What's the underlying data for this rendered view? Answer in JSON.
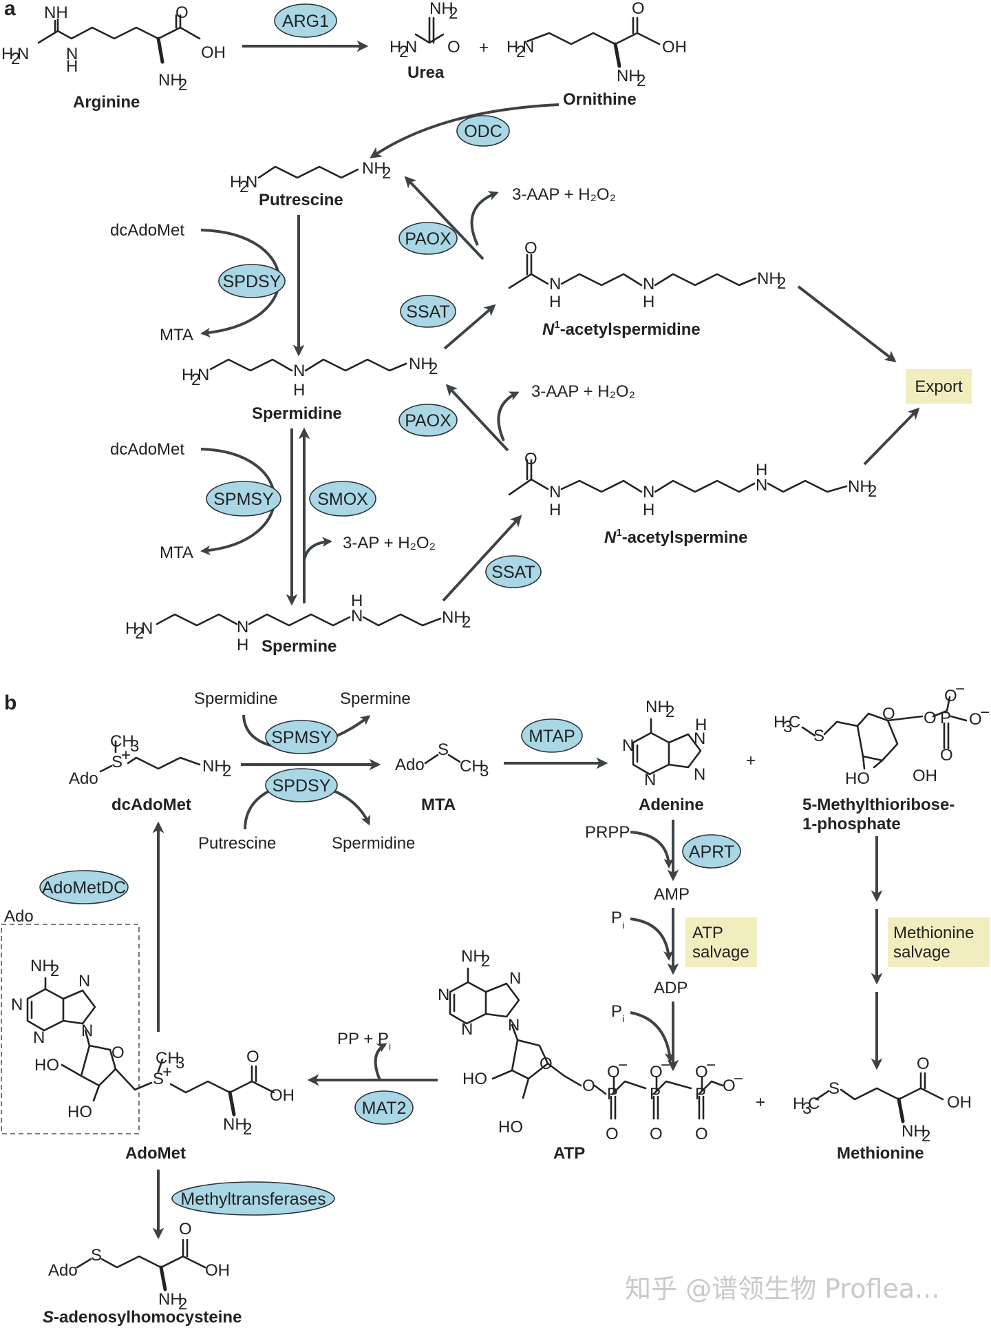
{
  "panels": {
    "a": "a",
    "b": "b"
  },
  "enzymes": {
    "arg1": "ARG1",
    "odc": "ODC",
    "paox": "PAOX",
    "ssat": "SSAT",
    "spdsy": "SPDSY",
    "spmsy": "SPMSY",
    "smox": "SMOX",
    "mtap": "MTAP",
    "aprt": "APRT",
    "adometdc": "AdoMetDC",
    "mat2": "MAT2",
    "methyltransferases": "Methyltransferases"
  },
  "compounds": {
    "arginine": "Arginine",
    "urea": "Urea",
    "ornithine": "Ornithine",
    "putrescine": "Putrescine",
    "spermidine": "Spermidine",
    "spermine": "Spermine",
    "acetylspermidine": "-acetylspermidine",
    "acetylspermine": "-acetylspermine",
    "n1_prefix": "N",
    "n1_sup": "1",
    "dcadomet": "dcAdoMet",
    "mta": "MTA",
    "adenine": "Adenine",
    "mtr1p_line1": "5-Methylthioribose-",
    "mtr1p_line2": "1-phosphate",
    "adomet": "AdoMet",
    "atp": "ATP",
    "methionine": "Methionine",
    "sah_prefix": "S",
    "sah_rest": "-adenosylhomocysteine"
  },
  "side_labels": {
    "dcadomet": "dcAdoMet",
    "mta": "MTA",
    "aap_h2o2": "3-AAP + H₂O₂",
    "ap_h2o2": "3-AP + H₂O₂",
    "spermidine": "Spermidine",
    "spermine": "Spermine",
    "putrescine": "Putrescine",
    "prpp": "PRPP",
    "amp": "AMP",
    "adp": "ADP",
    "pi": "P",
    "pi_sub": "i",
    "pp_pi": "PP + P",
    "ado": "Ado",
    "plus": "+"
  },
  "notes": {
    "export": "Export",
    "atp_salvage": [
      "ATP",
      "salvage"
    ],
    "methionine_salvage": [
      "Methionine",
      "salvage"
    ]
  },
  "watermark": "知乎 @谱领生物 Proflea..."
}
